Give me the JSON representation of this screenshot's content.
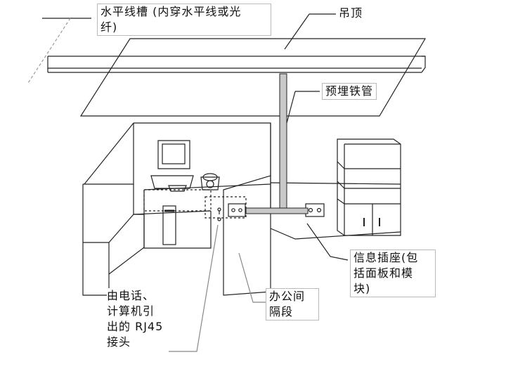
{
  "labels": {
    "trunk": "水平线槽 (内穿水平线或光\n纤)",
    "ceiling": "吊顶",
    "conduit": "预埋铁管",
    "outlet": "信息插座(包\n括面板和模\n块)",
    "jack": "由电话、\n计算机引\n出的 RJ45\n接头",
    "partition": "办公间\n隔段"
  },
  "icons": [
    "computer-icon",
    "telephone-icon",
    "bookcase-icon",
    "wall-outlet-icon",
    "floor-box-icon"
  ]
}
